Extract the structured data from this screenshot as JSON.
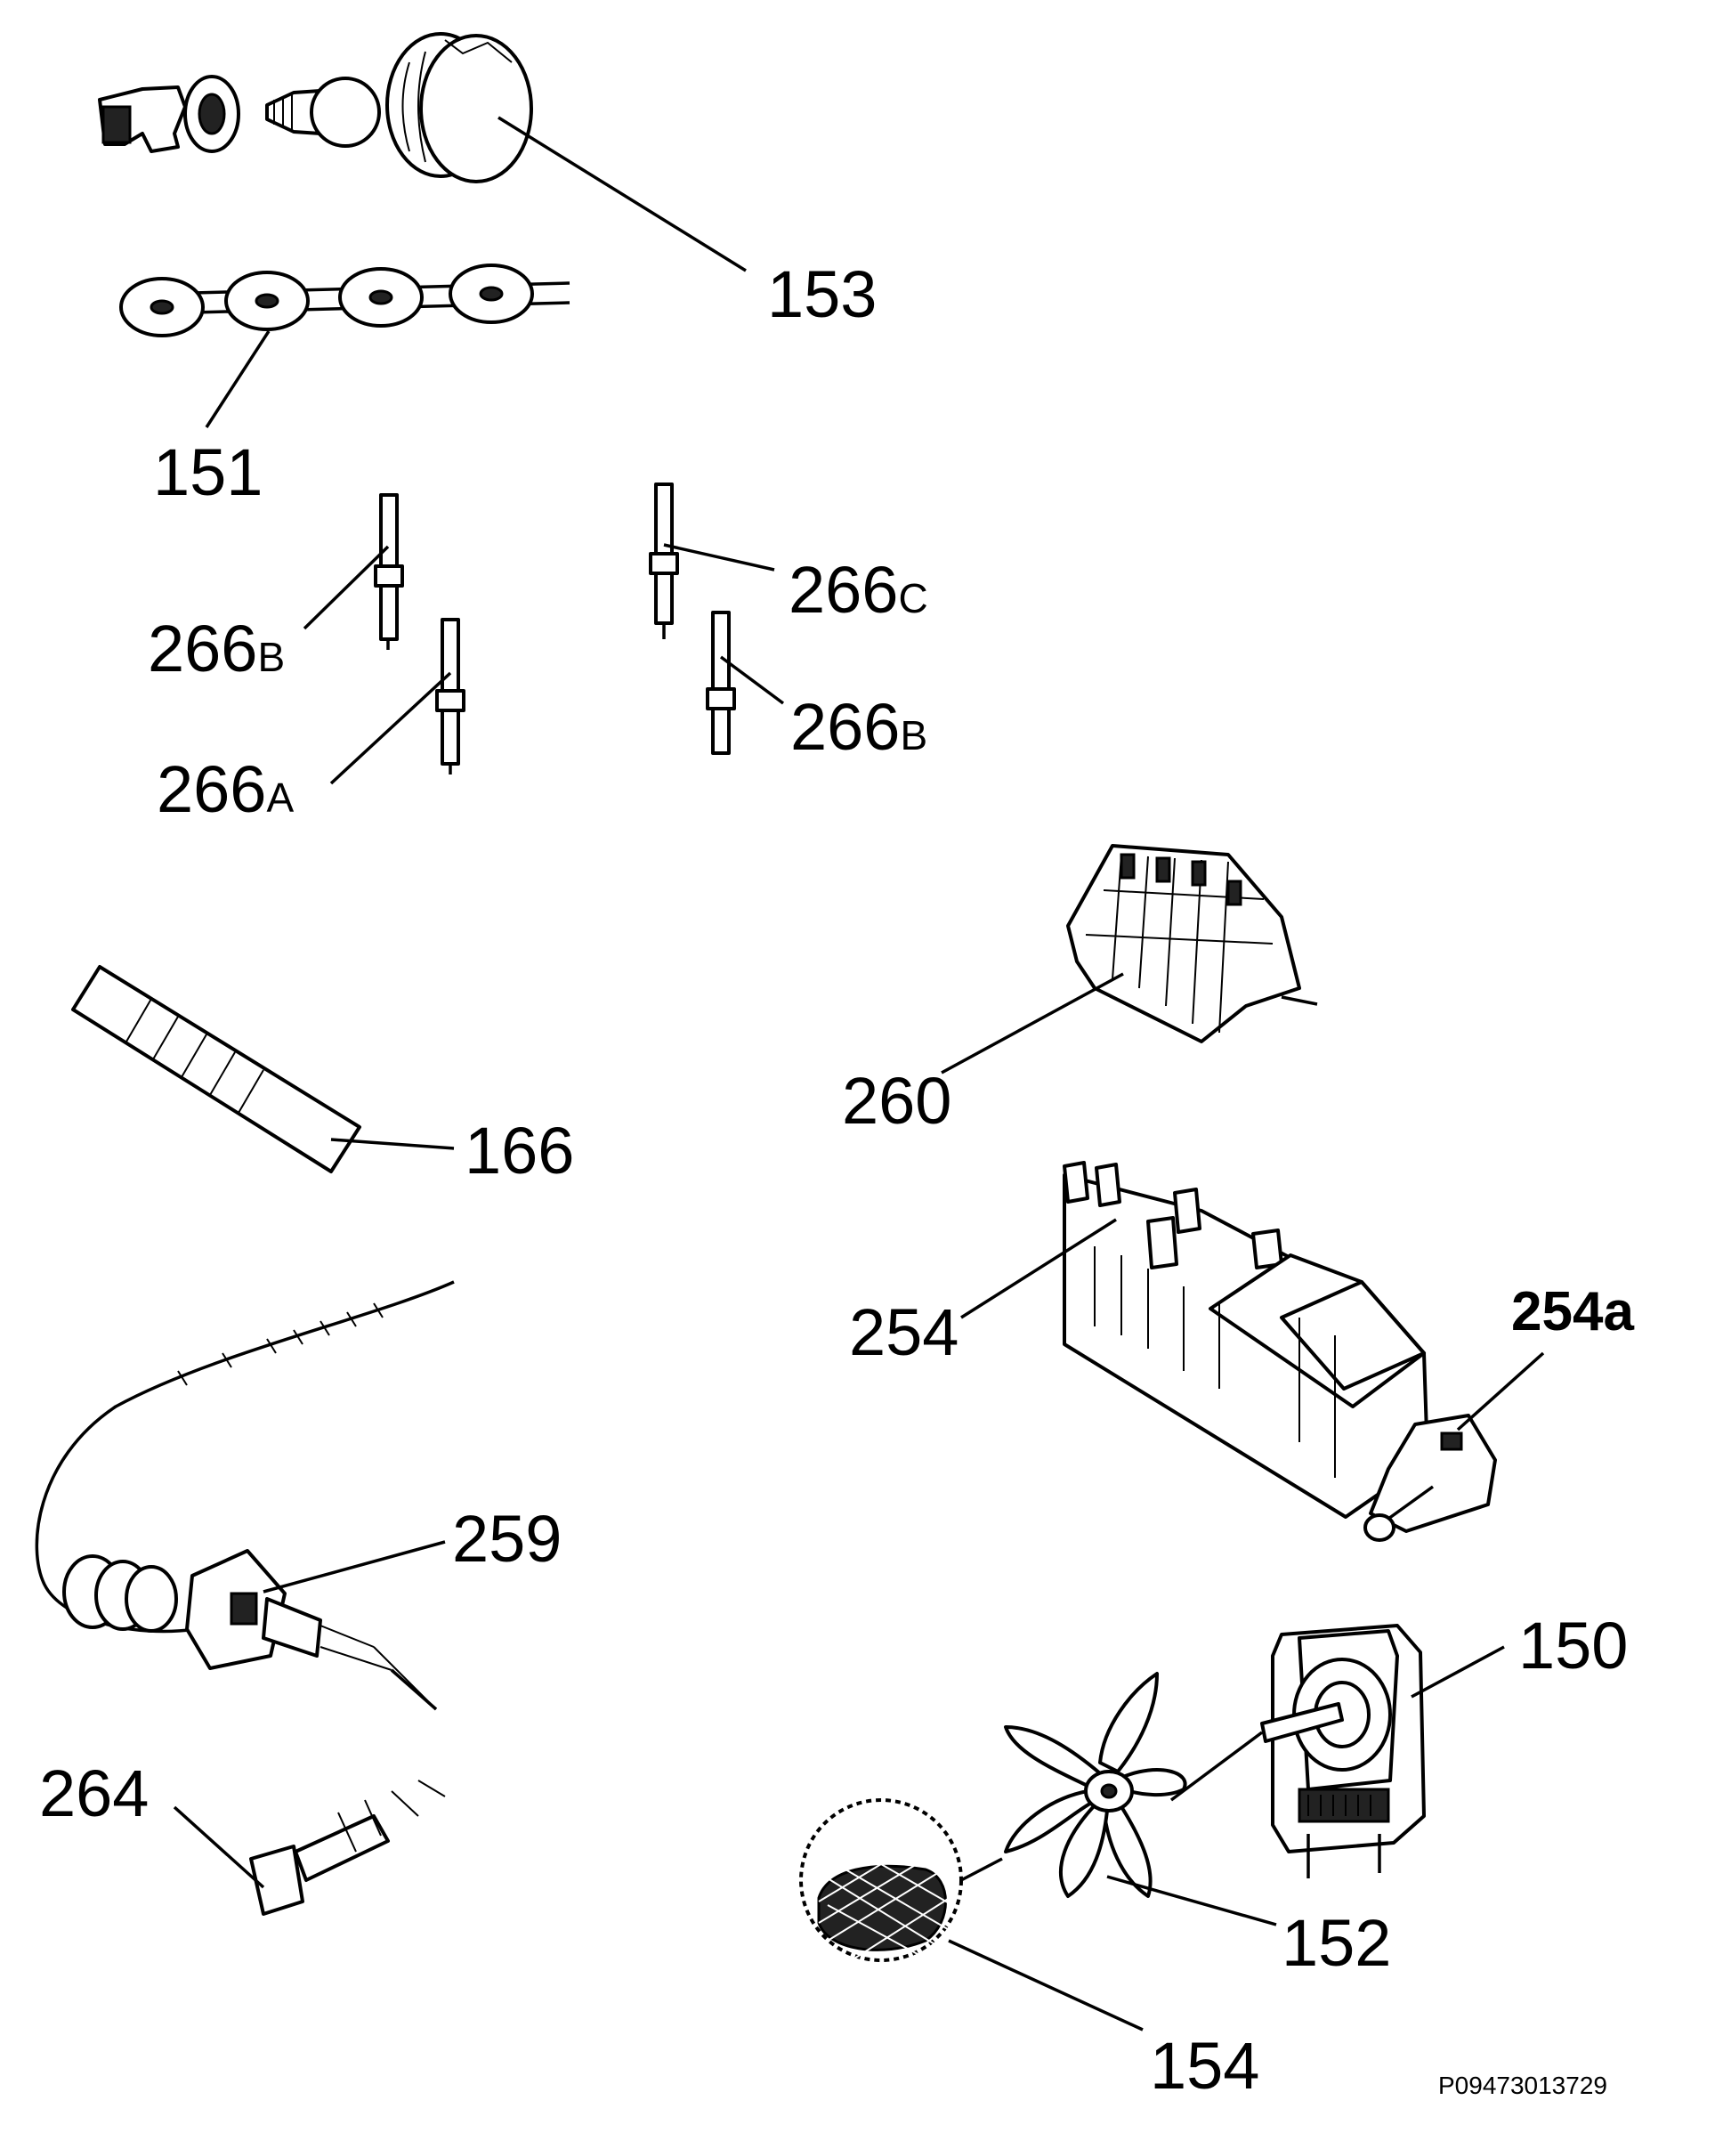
{
  "callouts": [
    {
      "id": "153",
      "number": "153",
      "suffix": ""
    },
    {
      "id": "151",
      "number": "151",
      "suffix": ""
    },
    {
      "id": "266c",
      "number": "266",
      "suffix": "C"
    },
    {
      "id": "266b_left",
      "number": "266",
      "suffix": "B"
    },
    {
      "id": "266b_right",
      "number": "266",
      "suffix": "B"
    },
    {
      "id": "266a",
      "number": "266",
      "suffix": "A"
    },
    {
      "id": "260",
      "number": "260",
      "suffix": ""
    },
    {
      "id": "166",
      "number": "166",
      "suffix": ""
    },
    {
      "id": "254",
      "number": "254",
      "suffix": ""
    },
    {
      "id": "254a",
      "number": "254a",
      "suffix": ""
    },
    {
      "id": "259",
      "number": "259",
      "suffix": ""
    },
    {
      "id": "150",
      "number": "150",
      "suffix": ""
    },
    {
      "id": "264",
      "number": "264",
      "suffix": ""
    },
    {
      "id": "152",
      "number": "152",
      "suffix": ""
    },
    {
      "id": "154",
      "number": "154",
      "suffix": ""
    }
  ],
  "drawing_code": "P09473013729",
  "icons": {
    "lamp": "oven-lamp-assembly-icon",
    "cable": "thermal-fuse-cable-icon",
    "electrode": "ignition-electrode-icon",
    "selector": "function-selector-switch-icon",
    "label": "rating-plate-label-icon",
    "generator": "spark-generator-icon",
    "thermostat": "capillary-thermostat-icon",
    "motor": "fan-motor-icon",
    "fan": "fan-blade-icon",
    "filter": "grease-filter-icon",
    "plug": "terminal-connector-icon"
  }
}
